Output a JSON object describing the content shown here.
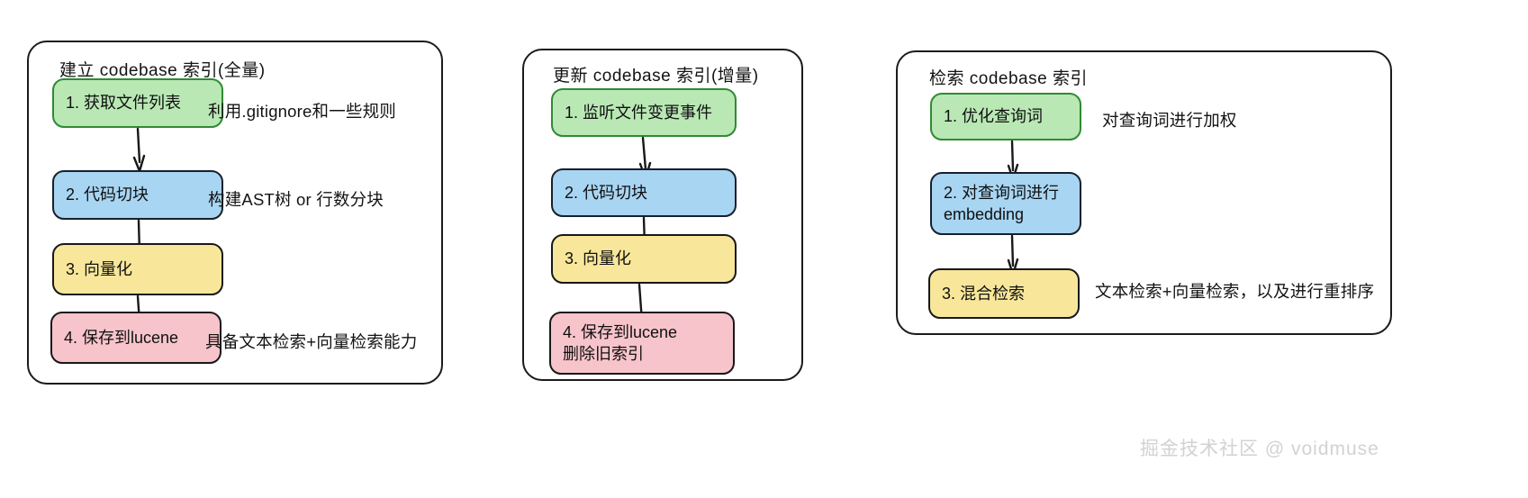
{
  "diagram": {
    "title_hidden": "",
    "watermark": "掘金技术社区 @ voidmuse",
    "colors": {
      "green_fill": "#b9e8b4",
      "green_stroke": "#2f8a34",
      "blue_fill": "#a8d5f2",
      "yellow_fill": "#f8e79a",
      "pink_fill": "#f7c4cb",
      "stroke": "#1b1b1b",
      "watermark": "#d2d2d2"
    }
  },
  "panels": [
    {
      "title": "建立 codebase 索引(全量)",
      "steps": [
        {
          "label": "1. 获取文件列表",
          "color": "green"
        },
        {
          "label": "2. 代码切块",
          "color": "blue"
        },
        {
          "label": "3. 向量化",
          "color": "yellow"
        },
        {
          "label": "4. 保存到lucene",
          "color": "pink"
        }
      ],
      "notes": [
        "利用.gitignore和一些规则",
        "构建AST树 or 行数分块",
        "具备文本检索+向量检索能力"
      ]
    },
    {
      "title": "更新 codebase 索引(增量)",
      "steps": [
        {
          "label": "1. 监听文件变更事件",
          "color": "green"
        },
        {
          "label": "2. 代码切块",
          "color": "blue"
        },
        {
          "label": "3. 向量化",
          "color": "yellow"
        },
        {
          "label": "4. 保存到lucene\n删除旧索引",
          "color": "pink"
        }
      ],
      "notes": []
    },
    {
      "title": "检索 codebase 索引",
      "steps": [
        {
          "label": "1. 优化查询词",
          "color": "green"
        },
        {
          "label": "2. 对查询词进行\nembedding",
          "color": "blue"
        },
        {
          "label": "3. 混合检索",
          "color": "yellow"
        }
      ],
      "notes": [
        "对查询词进行加权",
        "文本检索+向量检索，以及进行重排序"
      ]
    }
  ]
}
